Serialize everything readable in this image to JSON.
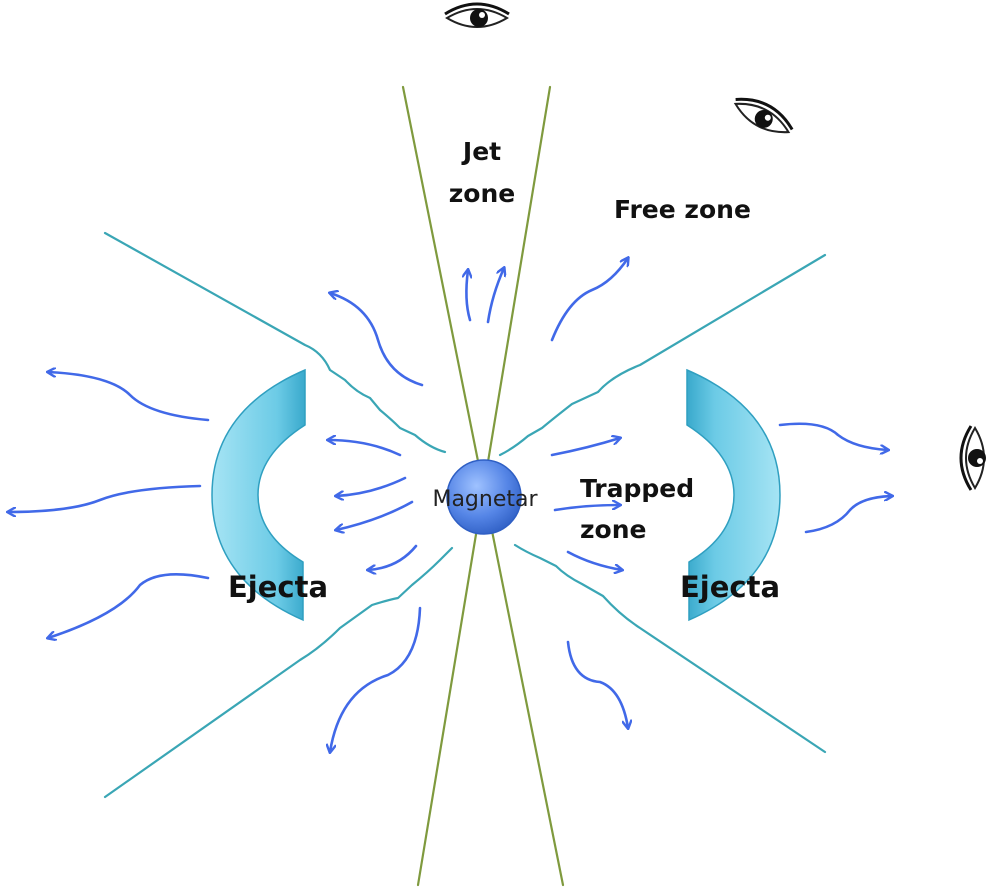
{
  "labels": {
    "jet_zone_line1": "Jet",
    "jet_zone_line2": "zone",
    "free_zone": "Free zone",
    "trapped_zone_line1": "Trapped",
    "trapped_zone_line2": "zone",
    "magnetar": "Magnetar",
    "ejecta_left": "Ejecta",
    "ejecta_right": "Ejecta"
  },
  "icons": {
    "observer": "eye-icon",
    "flow": "arrow-icon"
  },
  "colors": {
    "jet_boundary": "#7f9a3e",
    "zone_boundary": "#3aa6b5",
    "flow_arrows": "#4169e8",
    "ejecta": "#5ec6e2",
    "magnetar": "#4e7fe0"
  }
}
